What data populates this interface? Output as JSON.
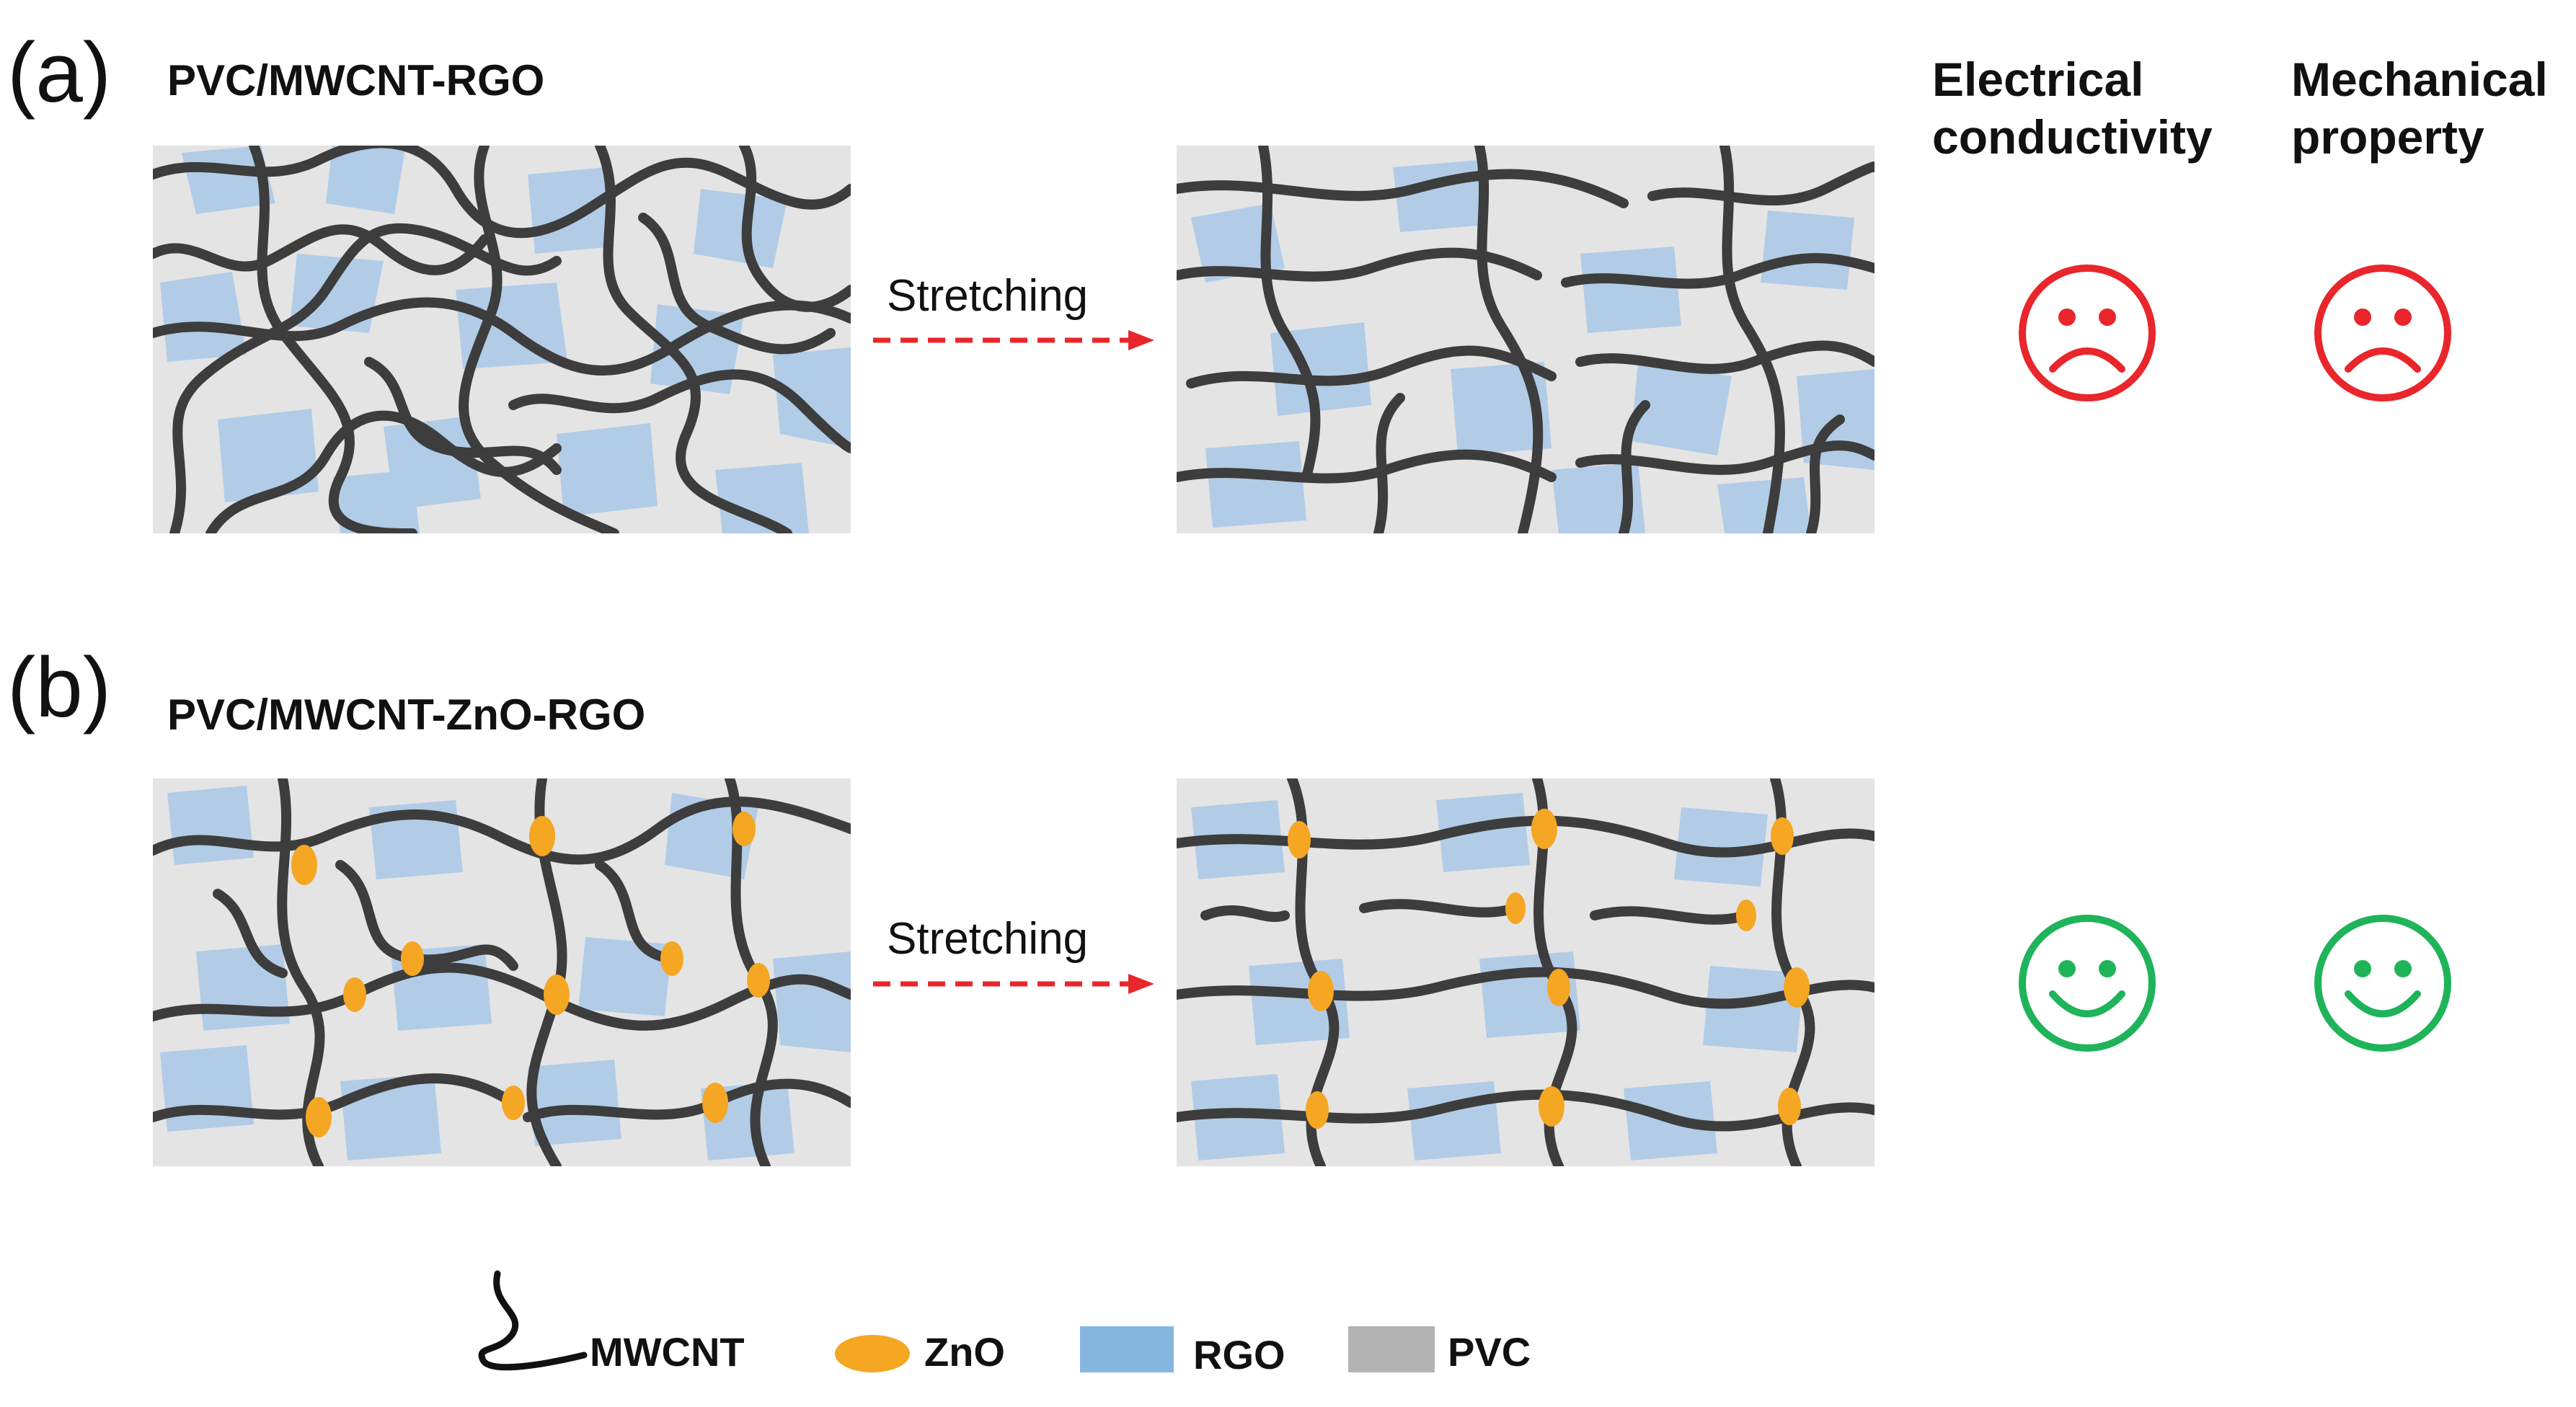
{
  "panels": [
    {
      "letter": "(a)",
      "title": "PVC/MWCNT-RGO",
      "arrow_label": "Stretching",
      "electrical_conductivity": "sad",
      "mechanical_property": "sad"
    },
    {
      "letter": "(b)",
      "title": "PVC/MWCNT-ZnO-RGO",
      "arrow_label": "Stretching",
      "electrical_conductivity": "happy",
      "mechanical_property": "happy"
    }
  ],
  "headers": {
    "electrical_line1": "Electrical",
    "electrical_line2": "conductivity",
    "mechanical_line1": "Mechanical",
    "mechanical_line2": "property"
  },
  "legend": [
    {
      "label": "MWCNT",
      "icon": "tube-squiggle-icon"
    },
    {
      "label": "ZnO",
      "icon": "orange-ellipse-icon"
    },
    {
      "label": "RGO",
      "icon": "blue-sheet-icon"
    },
    {
      "label": "PVC",
      "icon": "gray-block-icon"
    }
  ],
  "colors": {
    "pvc_matrix": "#e4e4e4",
    "rgo_sheet": "#a9c8e8",
    "mwcnt": "#3d3d3d",
    "zno": "#f5a623",
    "arrow": "#e8262b",
    "sad_face": "#e8262b",
    "happy_face": "#1fb35a",
    "legend_rgo": "#85b6e0",
    "legend_pvc": "#b3b3b3"
  }
}
